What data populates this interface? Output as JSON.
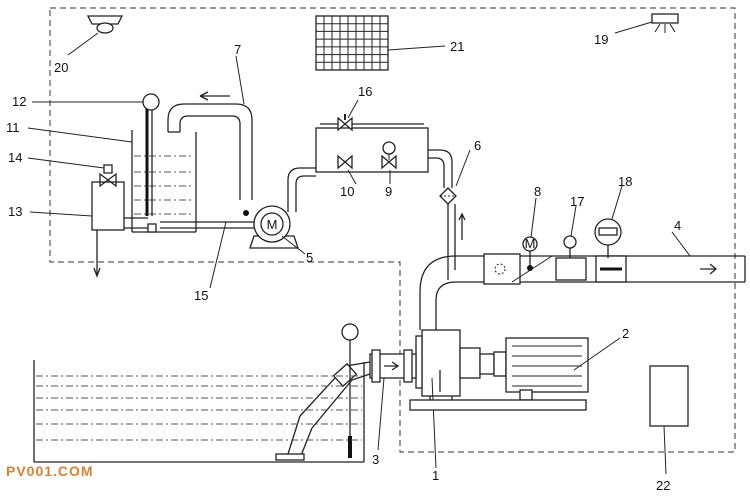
{
  "labels": [
    "1",
    "2",
    "3",
    "4",
    "5",
    "6",
    "7",
    "8",
    "9",
    "10",
    "11",
    "12",
    "13",
    "14",
    "15",
    "16",
    "17",
    "18",
    "19",
    "20",
    "21",
    "22"
  ],
  "motor_symbol": "M",
  "watermark": "PV001.COM"
}
